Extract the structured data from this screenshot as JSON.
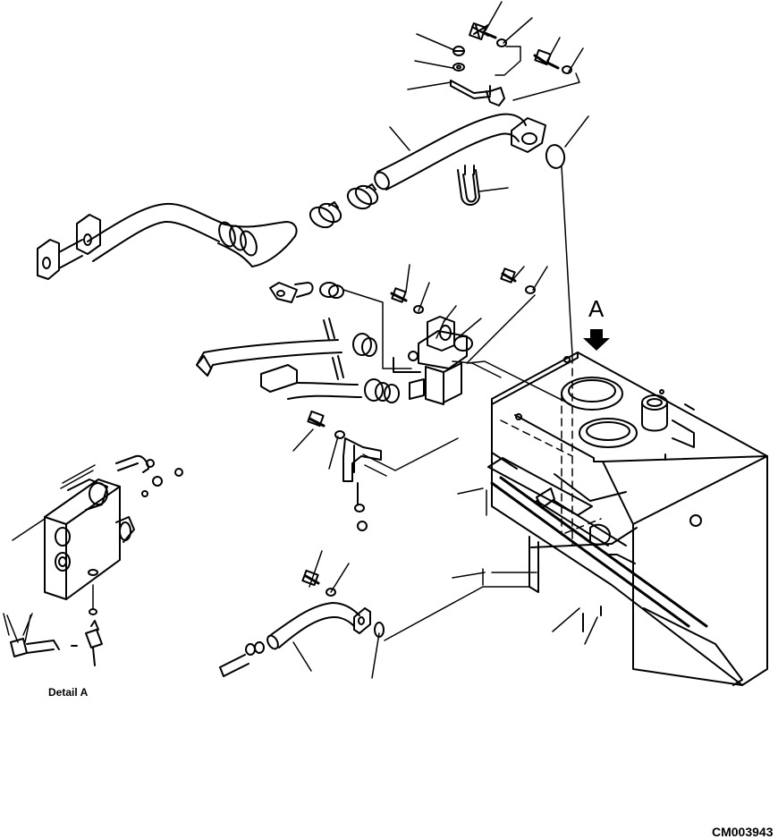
{
  "diagram": {
    "view_arrow_label": "A",
    "detail_label": "Detail A",
    "drawing_code": "CM003943"
  }
}
